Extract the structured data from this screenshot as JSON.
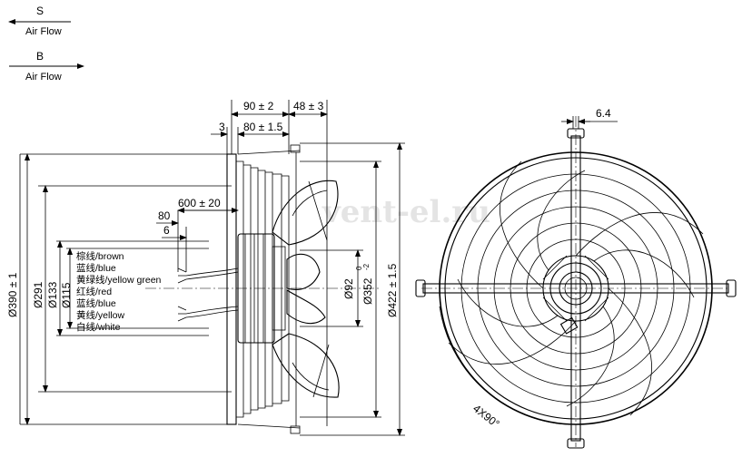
{
  "legend": {
    "suction": {
      "letter": "S",
      "label": "Air Flow"
    },
    "blowing": {
      "letter": "B",
      "label": "Air Flow"
    }
  },
  "watermark": "vent-el.ru",
  "dimensions": {
    "d90": "90 ± 2",
    "d48": "48 ± 3",
    "d3": "3",
    "d80": "80 ± 1.5",
    "d600": "600 ± 20",
    "d80b": "80",
    "d6": "6",
    "d390": "Ø390 ± 1",
    "d291": "Ø291",
    "d133": "Ø133",
    "d115": "Ø115",
    "d92": "Ø92",
    "d352": "Ø352",
    "d352_tol_top": "0",
    "d352_tol_bottom": "-2",
    "d422": "Ø422 ± 1.5",
    "d64": "6.4",
    "angle": "4X90°"
  },
  "wires": [
    "棕线/brown",
    "蓝线/blue",
    "黄绿线/yellow green",
    "红线/red",
    "蓝线/blue",
    "黄线/yellow",
    "白线/white"
  ]
}
